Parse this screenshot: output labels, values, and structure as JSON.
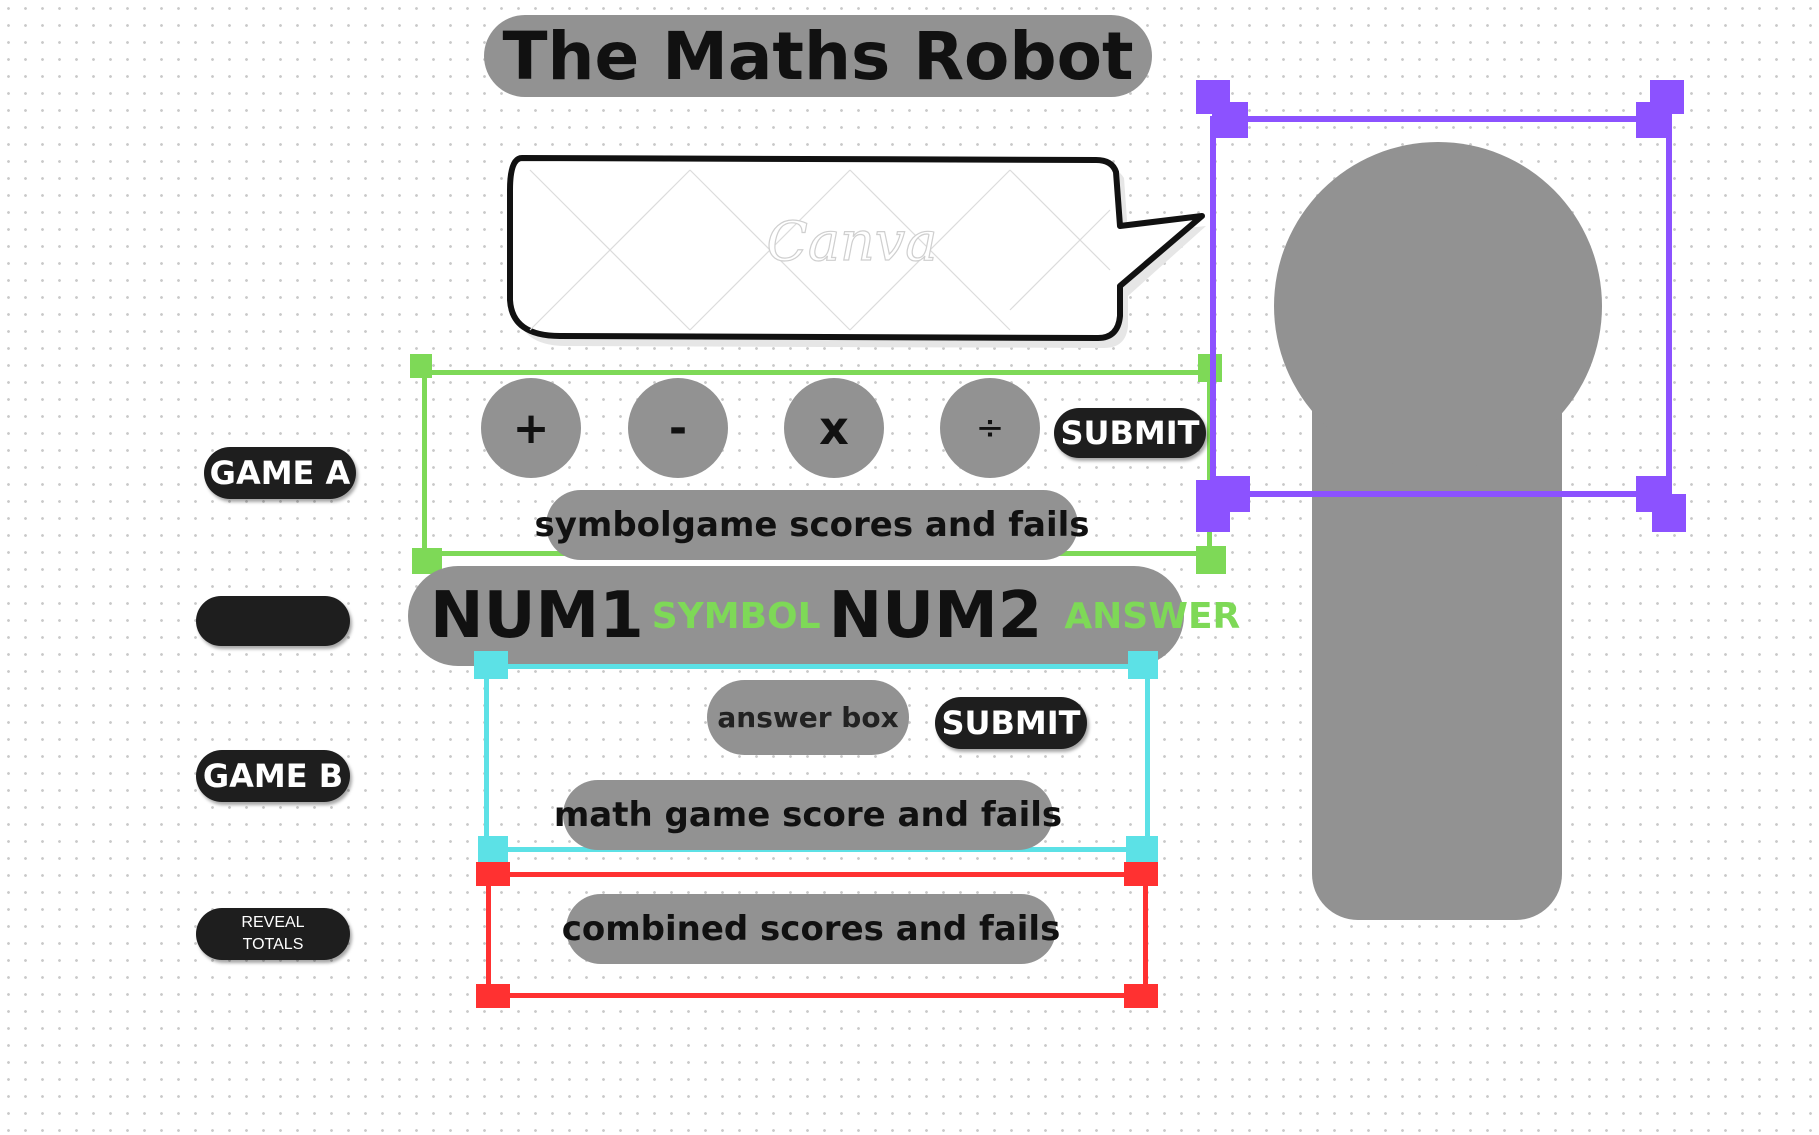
{
  "title": "The Maths Robot",
  "speech_bubble": {
    "watermark": "Canva"
  },
  "game_a": {
    "label": "GAME A",
    "operators": [
      "+",
      "-",
      "x",
      "÷"
    ],
    "submit_label": "SUBMIT",
    "score_label": "symbolgame scores and fails"
  },
  "equation": {
    "num1": "NUM1",
    "symbol": "SYMBOL",
    "num2": "NUM2",
    "answer": "ANSWER"
  },
  "game_b": {
    "label": "GAME B",
    "answer_box_label": "answer box",
    "submit_label": "SUBMIT",
    "score_label": "math game score and fails"
  },
  "totals": {
    "reveal_line1": "REVEAL",
    "reveal_line2": "TOTALS",
    "combined_label": "combined scores and fails"
  },
  "colors": {
    "pill_gray": "#929292",
    "dark_button": "#1e1e1e",
    "accent_green": "#7ed957",
    "accent_cyan": "#5ce1e6",
    "accent_red": "#ff3131",
    "accent_purple": "#8c52ff"
  }
}
